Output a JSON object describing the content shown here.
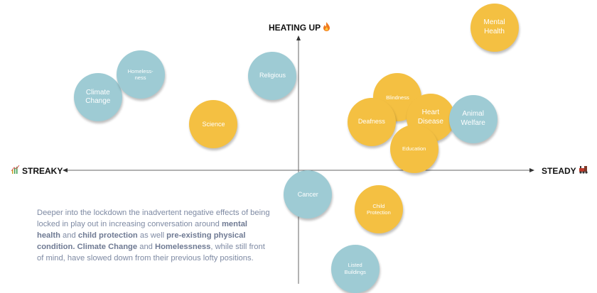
{
  "axes": {
    "top_label": "HEATING UP",
    "top_icon": "fire-icon",
    "left_label": "STREAKY",
    "left_icon": "rising-chart-icon",
    "right_label": "STEADY",
    "right_icon": "train-icon",
    "axis_color": "#555555"
  },
  "colors": {
    "blue": "#9ecbd4",
    "yellow": "#f4c042"
  },
  "chart_data": {
    "type": "scatter",
    "title": "",
    "xlabel": "STREAKY ← → STEADY",
    "ylabel": "HEATING UP",
    "xlim": [
      -100,
      100
    ],
    "ylim": [
      -84,
      126
    ],
    "grid": false,
    "points": [
      {
        "label": "Mental Health",
        "lines": [
          "Mental",
          "Health"
        ],
        "x": 83,
        "y": 106,
        "color": "yellow",
        "label_style": "large"
      },
      {
        "label": "Climate Change",
        "lines": [
          "Climate",
          "Change"
        ],
        "x": -85,
        "y": 54,
        "color": "blue",
        "label_style": "large"
      },
      {
        "label": "Homelessness",
        "lines": [
          "Homeless-",
          "ness"
        ],
        "x": -67,
        "y": 71,
        "color": "blue",
        "label_style": "small"
      },
      {
        "label": "Religious",
        "lines": [
          "Religious"
        ],
        "x": -11,
        "y": 70,
        "color": "blue",
        "label_style": "medium"
      },
      {
        "label": "Science",
        "lines": [
          "Science"
        ],
        "x": -36,
        "y": 34,
        "color": "yellow",
        "label_style": "medium"
      },
      {
        "label": "Blindness",
        "lines": [
          "Blindness"
        ],
        "x": 42,
        "y": 54,
        "color": "yellow",
        "label_style": "small"
      },
      {
        "label": "Deafness",
        "lines": [
          "Deafness"
        ],
        "x": 31,
        "y": 36,
        "color": "yellow",
        "label_style": "medium"
      },
      {
        "label": "Heart Disease",
        "lines": [
          "Heart",
          "Disease"
        ],
        "x": 56,
        "y": 39,
        "color": "yellow",
        "label_style": "large"
      },
      {
        "label": "Animal Welfare",
        "lines": [
          "Animal",
          "Welfare"
        ],
        "x": 74,
        "y": 38,
        "color": "blue",
        "label_style": "large"
      },
      {
        "label": "Education",
        "lines": [
          "Education"
        ],
        "x": 49,
        "y": 16,
        "color": "yellow",
        "label_style": "small"
      },
      {
        "label": "Cancer",
        "lines": [
          "Cancer"
        ],
        "x": 4,
        "y": -18,
        "color": "blue",
        "label_style": "medium"
      },
      {
        "label": "Child Protection",
        "lines": [
          "Child",
          "Protection"
        ],
        "x": 34,
        "y": -29,
        "color": "yellow",
        "label_style": "small"
      },
      {
        "label": "Listed Buildings",
        "lines": [
          "Listed",
          "Buildings"
        ],
        "x": 24,
        "y": -73,
        "color": "blue",
        "label_style": "small"
      }
    ]
  },
  "note": {
    "segments": [
      {
        "text": "Deeper into the lockdown the inadvertent negative effects of being locked in play out in increasing conversation around ",
        "bold": false
      },
      {
        "text": "mental health",
        "bold": true
      },
      {
        "text": " and ",
        "bold": false
      },
      {
        "text": "child protection",
        "bold": true
      },
      {
        "text": " as well ",
        "bold": false
      },
      {
        "text": "pre-existing physical condition. Climate Change",
        "bold": true
      },
      {
        "text": " and ",
        "bold": false
      },
      {
        "text": "Homelessness",
        "bold": true
      },
      {
        "text": ", while still front of mind, have slowed down from their previous lofty positions.",
        "bold": false
      }
    ]
  }
}
